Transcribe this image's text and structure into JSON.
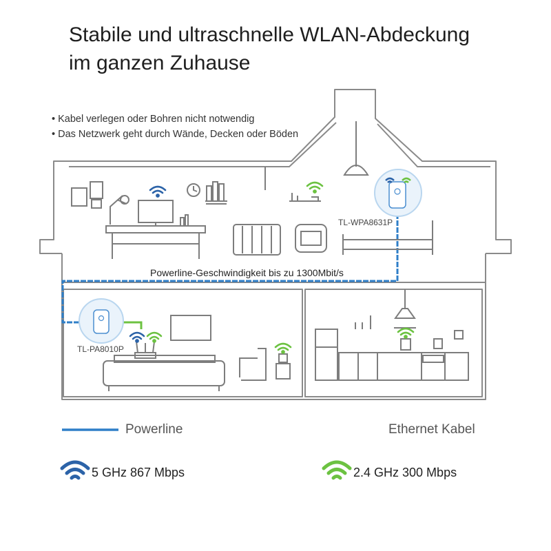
{
  "title_line1": "Stabile und ultraschnelle WLAN-Abdeckung",
  "title_line2": "im ganzen Zuhause",
  "bullets": [
    "Kabel verlegen oder Bohren nicht notwendig",
    "Das Netzwerk geht durch Wände, Decken oder Böden"
  ],
  "devices": {
    "upstairs": "TL-WPA8631P",
    "downstairs": "TL-PA8010P"
  },
  "powerline_speed": "Powerline-Geschwindigkeit bis zu 1300Mbit/s",
  "legend": {
    "powerline": "Powerline",
    "ethernet": "Ethernet Kabel"
  },
  "bands": {
    "band_5ghz": "5 GHz  867 Mbps",
    "band_24ghz": "2.4 GHz  300 Mbps"
  },
  "colors": {
    "powerline_blue": "#2f7fc8",
    "wifi_5ghz_blue": "#2c63a8",
    "wifi_24ghz_green": "#6cc241",
    "outline_gray": "#8a8a8a"
  }
}
